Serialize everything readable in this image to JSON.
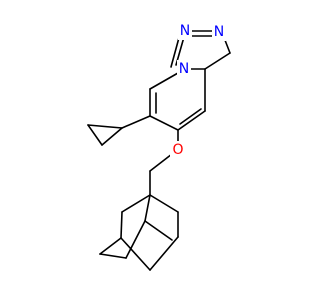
{
  "molecule": {
    "atom_labels": [
      {
        "id": "n1",
        "text": "N",
        "color": "#0000ff"
      },
      {
        "id": "n2",
        "text": "N",
        "color": "#0000ff"
      },
      {
        "id": "n3",
        "text": "N",
        "color": "#0000ff"
      },
      {
        "id": "o1",
        "text": "O",
        "color": "#ff0000"
      }
    ]
  }
}
